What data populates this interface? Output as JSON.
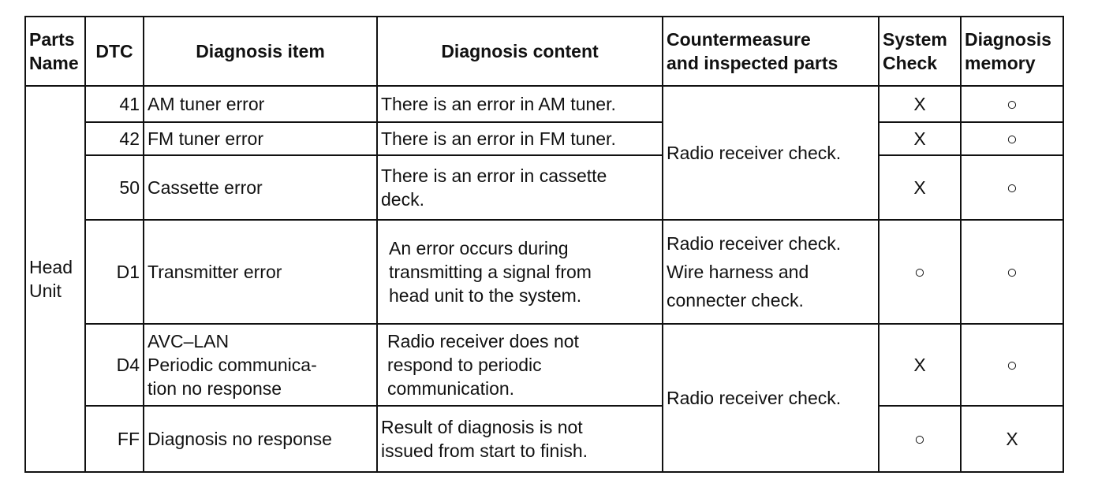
{
  "headers": {
    "parts": "Parts\nName",
    "dtc": "DTC",
    "item": "Diagnosis item",
    "content": "Diagnosis content",
    "countermeasure": "Countermeasure\nand inspected parts",
    "system_check": "System\nCheck",
    "diag_memory": "Diagnosis\nmemory"
  },
  "parts_name": "Head\nUnit",
  "rows": [
    {
      "dtc": "41",
      "item": "AM tuner error",
      "content": "There is an error in AM tuner.",
      "system_check": "X",
      "memory": "○"
    },
    {
      "dtc": "42",
      "item": "FM tuner error",
      "content": "There is an error in FM tuner.",
      "system_check": "X",
      "memory": "○"
    },
    {
      "dtc": "50",
      "item": "Cassette error",
      "content": "There is an error in cassette\ndeck.",
      "system_check": "X",
      "memory": "○"
    },
    {
      "dtc": "D1",
      "item": "Transmitter error",
      "content": "An error occurs during\ntransmitting a signal from\nhead unit to the system.",
      "system_check": "○",
      "memory": "○"
    },
    {
      "dtc": "D4",
      "item": "AVC–LAN\nPeriodic communica-\ntion no response",
      "content": "Radio receiver does not\nrespond to periodic\ncommunication.",
      "system_check": "X",
      "memory": "○"
    },
    {
      "dtc": "FF",
      "item": "Diagnosis no response",
      "content": "Result of diagnosis is not\nissued from start to finish.",
      "system_check": "○",
      "memory": "X"
    }
  ],
  "countermeasures": {
    "group1": "Radio receiver check.",
    "group2": "Radio receiver check.\nWire harness and\nconnecter check.",
    "group3": "Radio receiver check."
  }
}
